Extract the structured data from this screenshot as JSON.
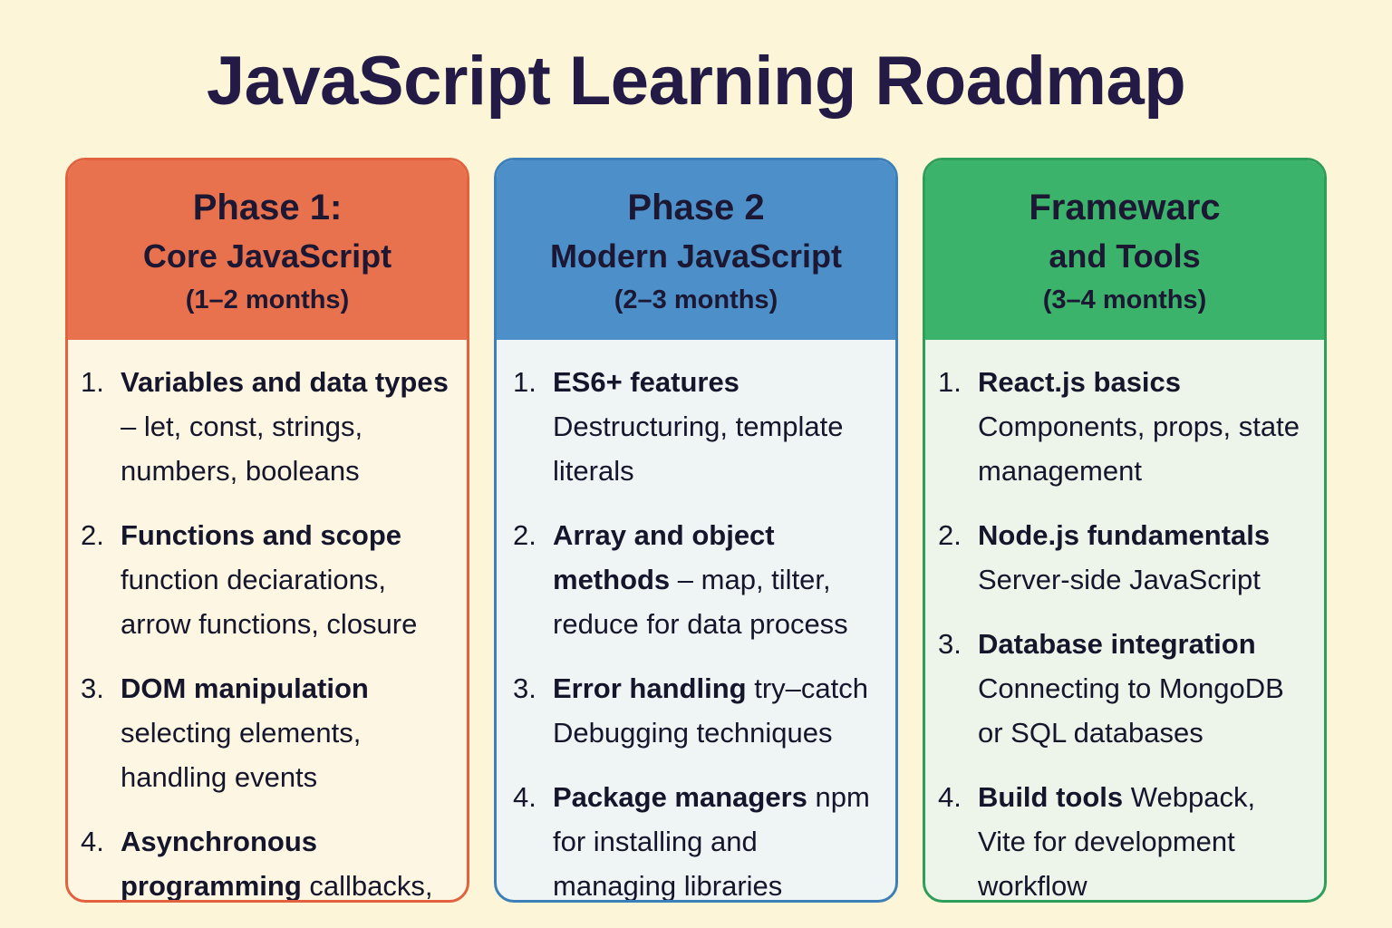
{
  "poster": {
    "title": "JavaScript Learning Roadmap",
    "background_color": "#FCF5D8",
    "title_color": "#231B46"
  },
  "columns": [
    {
      "id": "phase-1",
      "accent_color": "#E8724E",
      "border_color": "#E2613F",
      "body_color": "#FDF6E3",
      "header": {
        "line1": "Phase 1:",
        "line2": "Core JavaScript",
        "duration": "(1–2 months)"
      },
      "items": [
        {
          "number": "1.",
          "title": "Variables and data types",
          "separator": " – ",
          "desc": "let, const, strings, numbers, booleans"
        },
        {
          "number": "2.",
          "title": "Functions and scope",
          "separator": " ",
          "desc": "function deciarations, arrow functions, closure"
        },
        {
          "number": "3.",
          "title": "DOM manipulation",
          "separator": " ",
          "desc": "selecting elements, handling events"
        },
        {
          "number": "4.",
          "title": "Asynchronous programming",
          "separator": " ",
          "desc": "callbacks, promisesawiat"
        }
      ]
    },
    {
      "id": "phase-2",
      "accent_color": "#4D8FC8",
      "border_color": "#3D7FB8",
      "body_color": "#EFF4F4",
      "header": {
        "line1": "Phase 2",
        "line2": "Modern JavaScript",
        "duration": "(2–3 months)"
      },
      "items": [
        {
          "number": "1.",
          "title": "ES6+ features",
          "separator": " ",
          "desc": "Destructuring, template literals"
        },
        {
          "number": "2.",
          "title": "Array and object methods",
          "separator": " – ",
          "desc": "map, tilter, reduce for data process"
        },
        {
          "number": "3.",
          "title": "Error handling",
          "separator": " ",
          "desc": "try–catch Debugging techniques"
        },
        {
          "number": "4.",
          "title": "Package managers",
          "separator": " ",
          "desc": "npm for installing and managing libraries"
        }
      ]
    },
    {
      "id": "phase-3",
      "accent_color": "#3BB36B",
      "border_color": "#2E9E5B",
      "body_color": "#EDF5EA",
      "header": {
        "line1": "Framewarc",
        "line2": "and Tools",
        "duration": "(3–4 months)"
      },
      "items": [
        {
          "number": "1.",
          "title": "React.js basics",
          "separator": " ",
          "desc": "Components, props, state management"
        },
        {
          "number": "2.",
          "title": "Node.js fundamentals",
          "separator": " ",
          "desc": "Server-side JavaScript"
        },
        {
          "number": "3.",
          "title": "Database integration",
          "separator": " ",
          "desc": "Connecting to MongoDB or SQL databases"
        },
        {
          "number": "4.",
          "title": "Build tools",
          "separator": " ",
          "desc": "Webpack, Vite for development workflow"
        }
      ]
    }
  ]
}
